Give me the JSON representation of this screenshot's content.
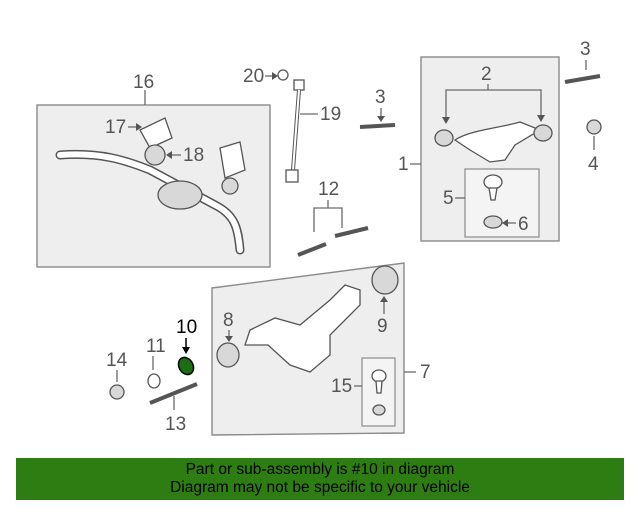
{
  "labels": {
    "l1": "1",
    "l2": "2",
    "l3a": "3",
    "l3b": "3",
    "l4": "4",
    "l5": "5",
    "l6": "6",
    "l7": "7",
    "l8": "8",
    "l9": "9",
    "l10": "10",
    "l11": "11",
    "l12": "12",
    "l13": "13",
    "l14": "14",
    "l15": "15",
    "l16": "16",
    "l17": "17",
    "l18": "18",
    "l19": "19",
    "l20": "20"
  },
  "highlight_color": "#1a6e14",
  "banner": {
    "line1": "Part or sub-assembly is #10 in diagram",
    "line2": "Diagram may not be specific to your vehicle",
    "background": "#2e7d12"
  }
}
